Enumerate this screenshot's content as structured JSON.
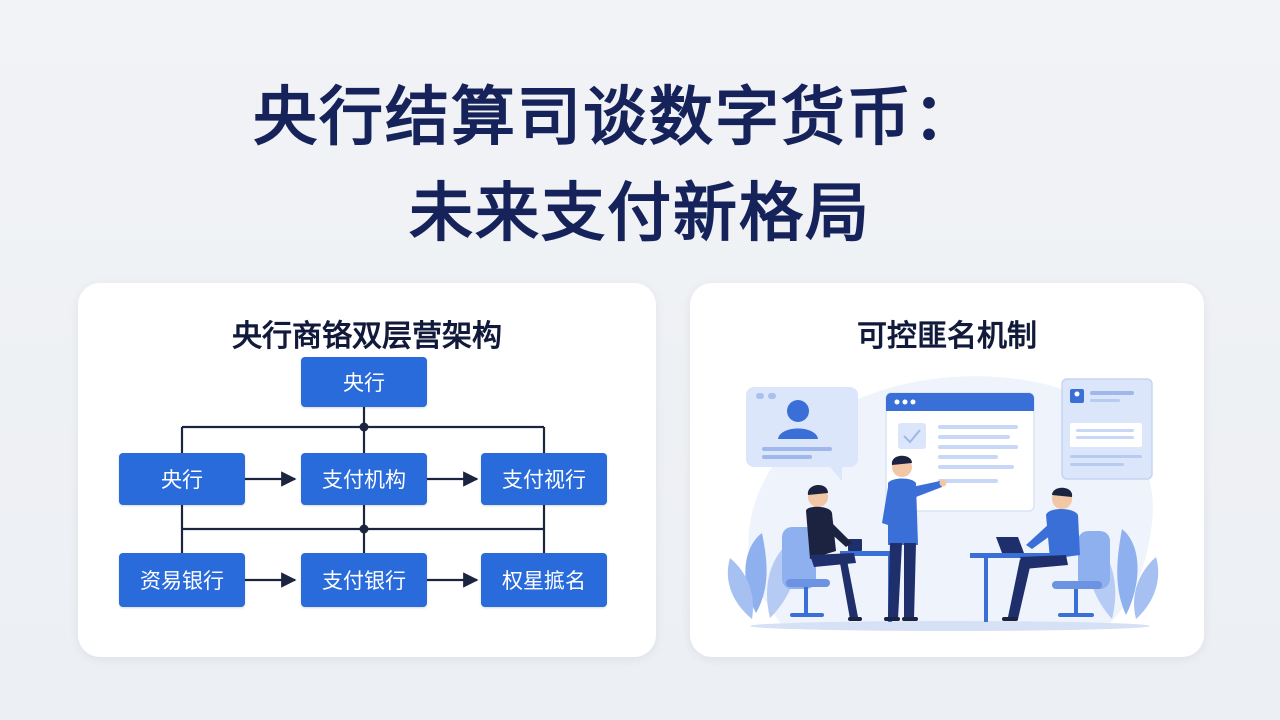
{
  "title": {
    "line1": "央行结算司谈数字货币：",
    "line2": "未来支付新格局"
  },
  "left_panel": {
    "title": "央行商铬双层营架构",
    "nodes": {
      "top": "央行",
      "row1": [
        "央行",
        "支付机构",
        "支付视行"
      ],
      "row2": [
        "资易银行",
        "支付银行",
        "权星掋名"
      ]
    }
  },
  "right_panel": {
    "title": "可控匪名机制"
  },
  "colors": {
    "title": "#16235a",
    "node_fill": "#2a6bdb",
    "line": "#1b2540",
    "illustration_blue": "#3b6fd8",
    "illustration_light": "#dbe6fb"
  }
}
